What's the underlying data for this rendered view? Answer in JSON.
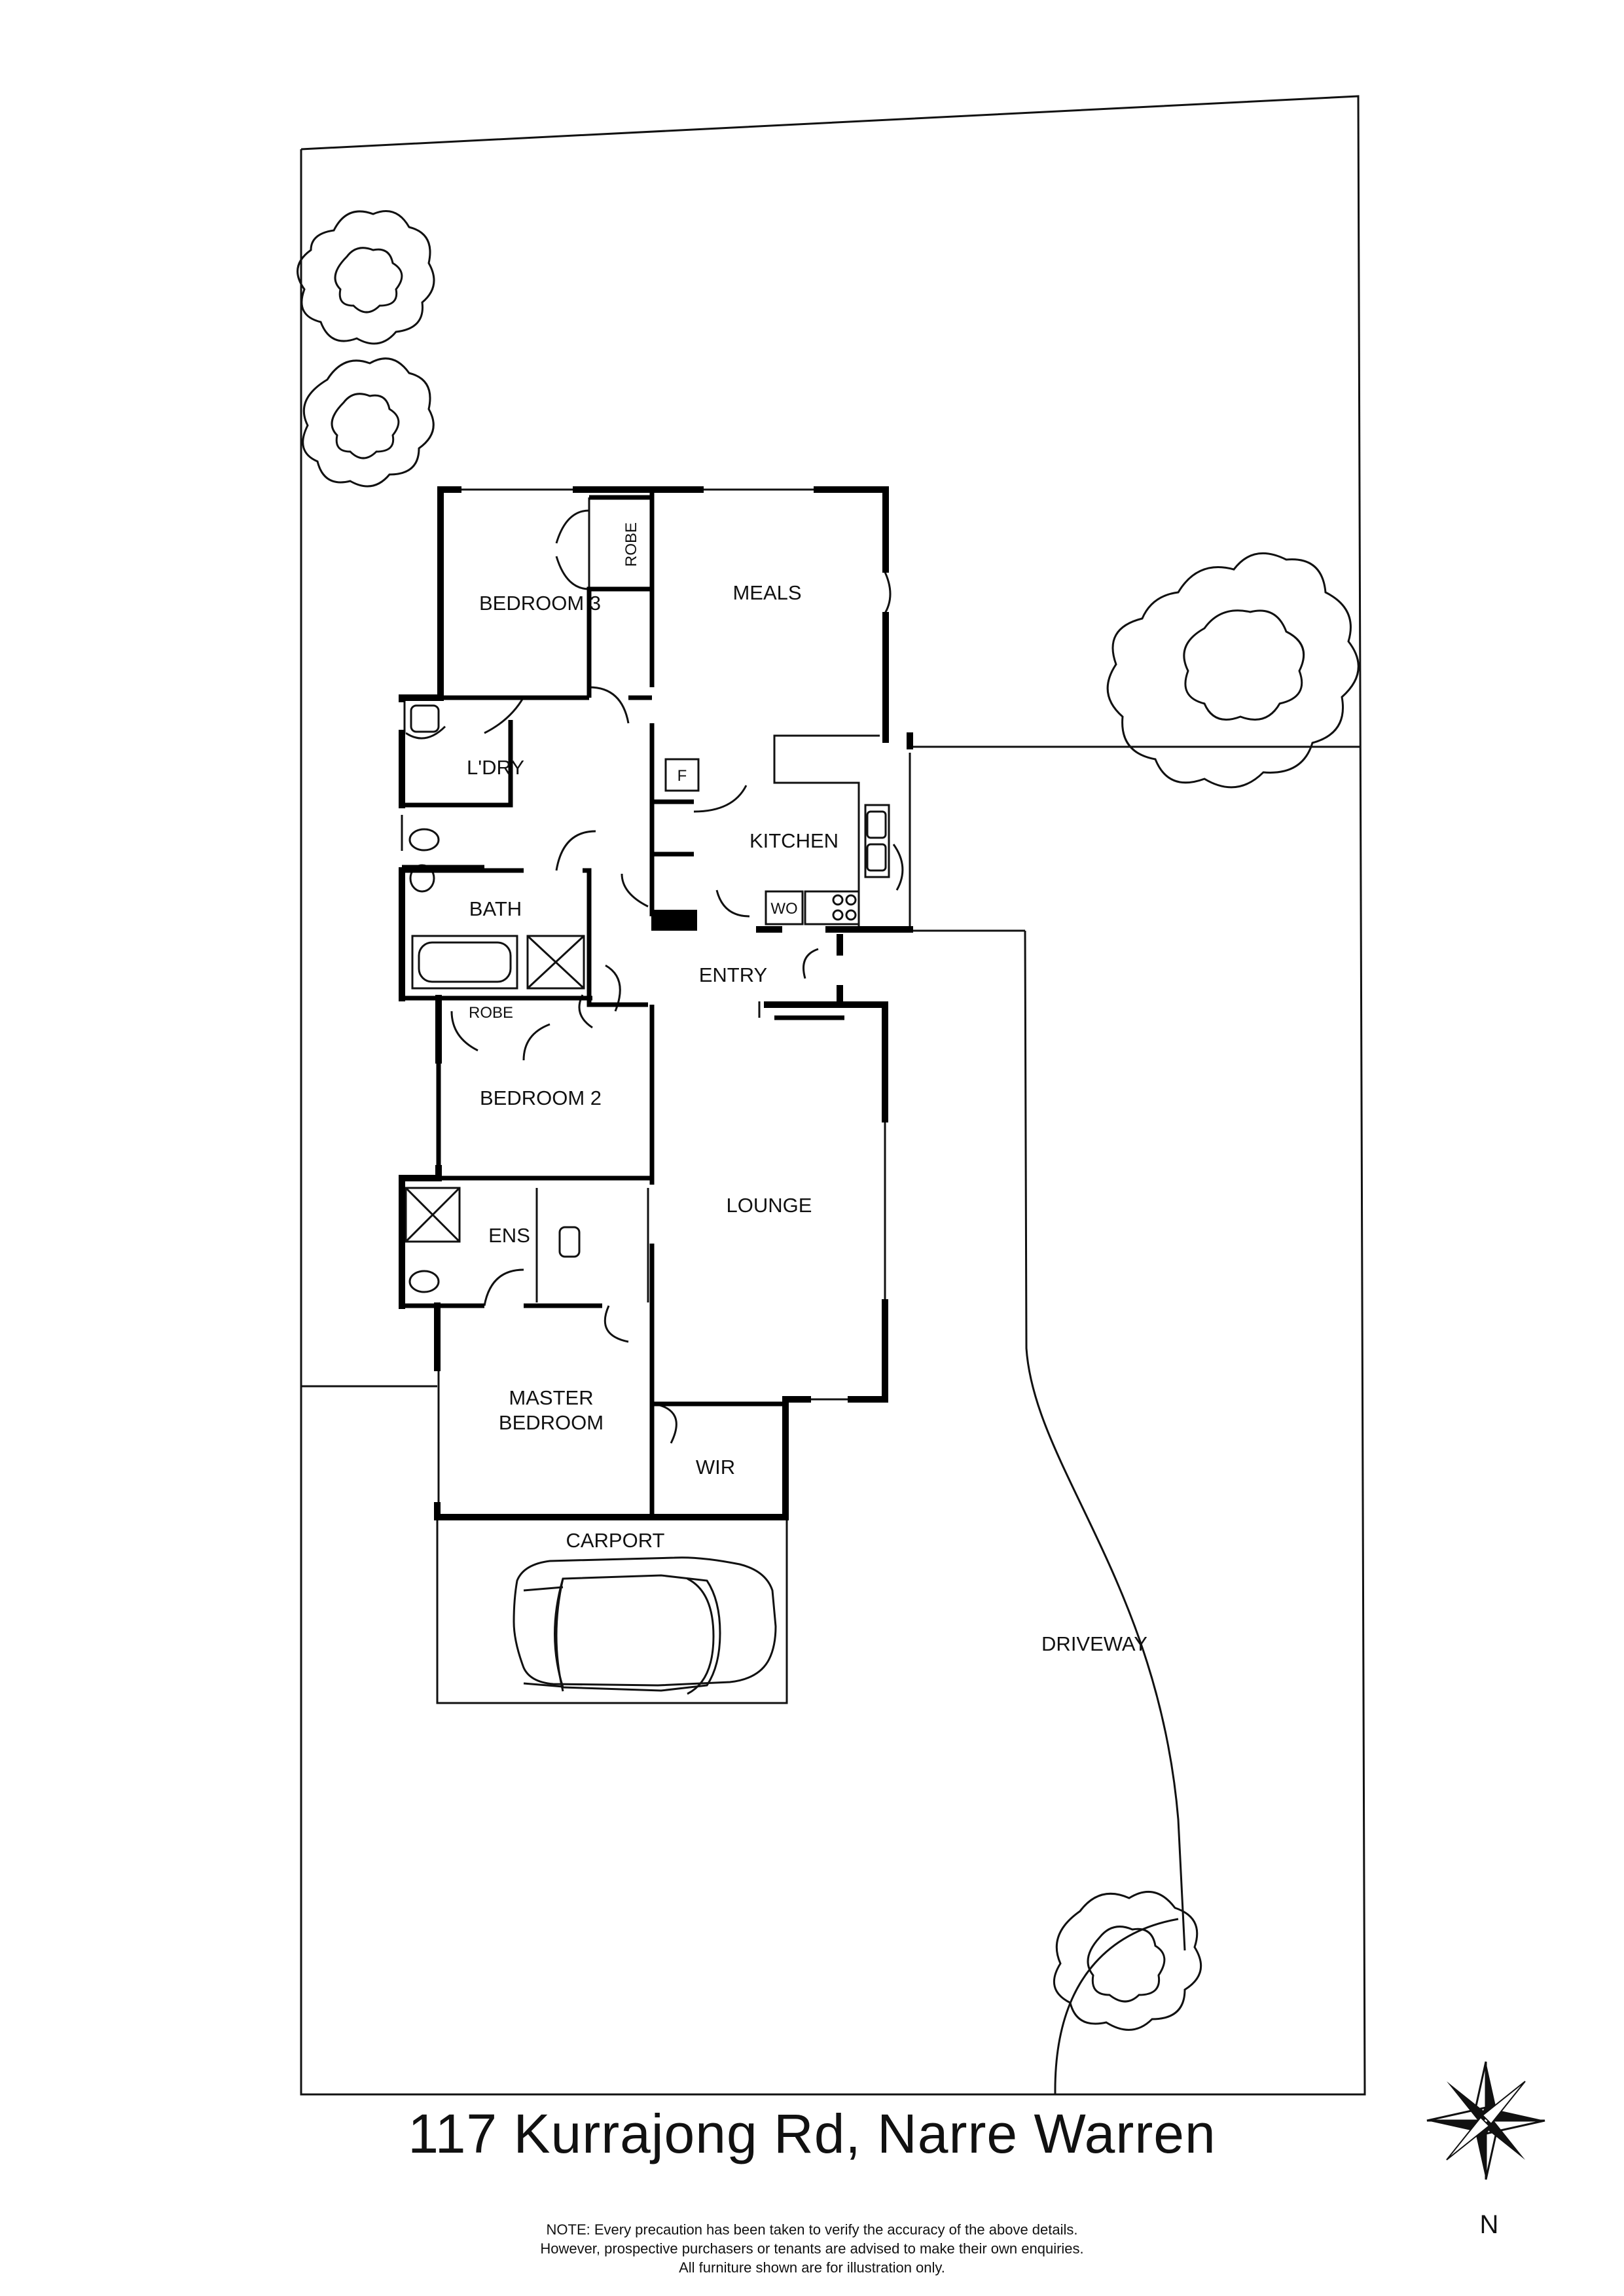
{
  "rooms": {
    "bedroom3": "BEDROOM 3",
    "robe_top": "ROBE",
    "meals": "MEALS",
    "laundry": "L'DRY",
    "fridge": "F",
    "kitchen": "KITCHEN",
    "bath": "BATH",
    "wall_oven": "WO",
    "entry": "ENTRY",
    "robe_bed2": "ROBE",
    "bedroom2": "BEDROOM 2",
    "lounge": "LOUNGE",
    "ensuite": "ENS",
    "master_line1": "MASTER",
    "master_line2": "BEDROOM",
    "wir": "WIR",
    "carport": "CARPORT",
    "driveway": "DRIVEWAY"
  },
  "address": "117 Kurrajong Rd, Narre Warren",
  "note": [
    "NOTE: Every precaution has been taken to verify the accuracy of the above details.",
    "However, prospective purchasers or tenants are advised to make their own enquiries.",
    "All furniture shown are for illustration only."
  ],
  "compass": {
    "label": "N"
  },
  "colors": {
    "wall": "#000000",
    "line": "#111111",
    "background": "#ffffff"
  }
}
